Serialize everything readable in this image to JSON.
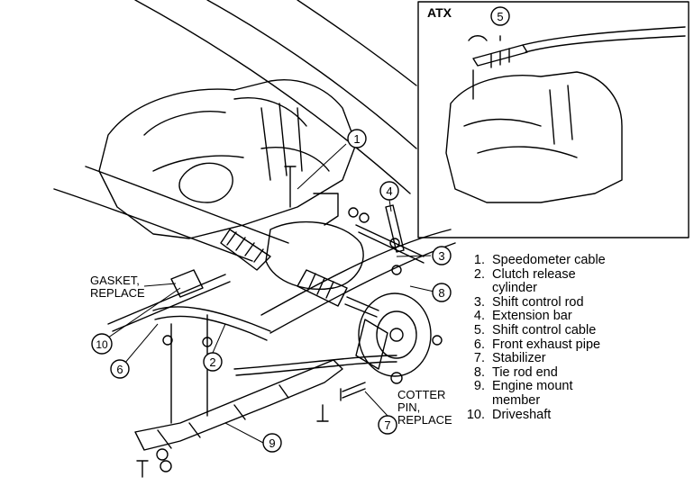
{
  "inset": {
    "title": "ATX"
  },
  "callouts": [
    "1",
    "2",
    "3",
    "4",
    "5",
    "6",
    "7",
    "8",
    "9",
    "10"
  ],
  "labels": {
    "gasket": "GASKET,\nREPLACE",
    "cotter": "COTTER\nPIN,\nREPLACE"
  },
  "legend": [
    {
      "num": "1.",
      "text": "Speedometer cable"
    },
    {
      "num": "2.",
      "text": "Clutch release\ncylinder"
    },
    {
      "num": "3.",
      "text": "Shift control rod"
    },
    {
      "num": "4.",
      "text": "Extension bar"
    },
    {
      "num": "5.",
      "text": "Shift control cable"
    },
    {
      "num": "6.",
      "text": "Front exhaust pipe"
    },
    {
      "num": "7.",
      "text": "Stabilizer"
    },
    {
      "num": "8.",
      "text": "Tie rod end"
    },
    {
      "num": "9.",
      "text": "Engine mount\nmember"
    },
    {
      "num": "10.",
      "text": "Driveshaft"
    }
  ]
}
